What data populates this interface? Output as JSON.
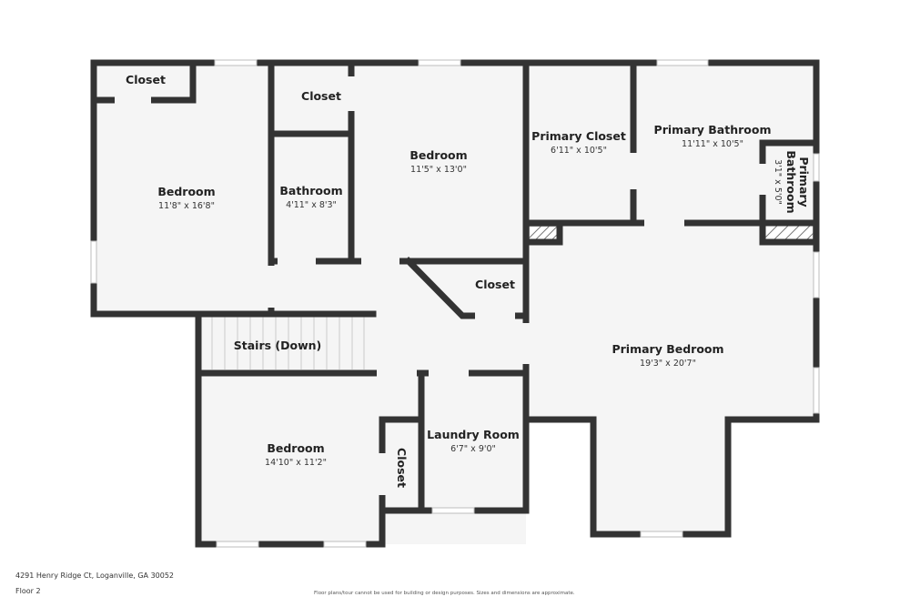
{
  "rooms": {
    "closet_nw": {
      "name": "Closet"
    },
    "closet_top": {
      "name": "Closet"
    },
    "bedroom_w": {
      "name": "Bedroom",
      "dims": "11'8\" x 16'8\""
    },
    "bathroom": {
      "name": "Bathroom",
      "dims": "4'11\" x 8'3\""
    },
    "bedroom_n": {
      "name": "Bedroom",
      "dims": "11'5\" x 13'0\""
    },
    "primary_closet": {
      "name": "Primary Closet",
      "dims": "6'11\" x 10'5\""
    },
    "primary_bathroom": {
      "name": "Primary Bathroom",
      "dims": "11'11\" x 10'5\""
    },
    "primary_bathroom_small": {
      "name_line1": "Primary",
      "name_line2": "Bathroom",
      "dims": "3'1\" x 5'0\""
    },
    "closet_mid": {
      "name": "Closet"
    },
    "stairs": {
      "name": "Stairs (Down)"
    },
    "primary_bedroom": {
      "name": "Primary Bedroom",
      "dims": "19'3\" x 20'7\""
    },
    "bedroom_sw": {
      "name": "Bedroom",
      "dims": "14'10\" x 11'2\""
    },
    "closet_sw": {
      "name": "Closet"
    },
    "laundry": {
      "name": "Laundry Room",
      "dims": "6'7\" x 9'0\""
    }
  },
  "footer": {
    "address": "4291 Henry Ridge Ct, Loganville, GA 30052",
    "floor": "Floor 2",
    "disclaimer": "Floor plans/tour cannot be used for building or design purposes. Sizes and dimensions are approximate."
  },
  "colors": {
    "wall": "#333333",
    "floor": "#f5f5f5",
    "background": "#ffffff"
  }
}
